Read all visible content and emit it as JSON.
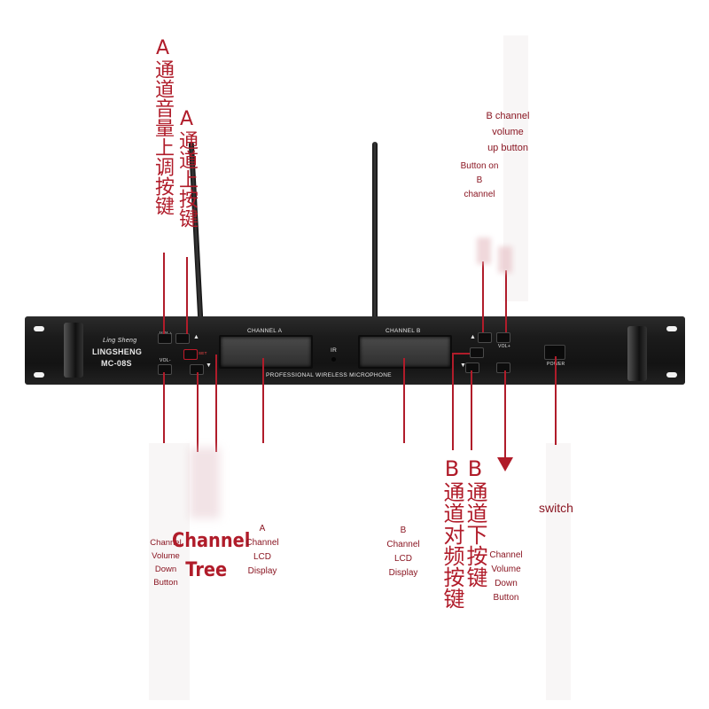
{
  "device": {
    "brand_script": "Ling Sheng",
    "brand": "LINGSHENG",
    "model": "MC-08S",
    "channel_a": "CHANNEL A",
    "channel_b": "CHANNEL B",
    "ir": "IR",
    "tagline": "PROFESSIONAL WIRELESS MICROPHONE",
    "vol_up": "VOL+",
    "vol_down": "VOL-",
    "set": "SET",
    "power": "POWER",
    "up_arrow": "▲",
    "down_arrow": "▼"
  },
  "annotations": {
    "a_vol_up_cn": "A通道音量上调按键",
    "a_up_cn": "A通道上按键",
    "b_vol_up": "B channel volume up button",
    "b_button": "Button on B channel",
    "a_vol_down": "Channel Volume Down Button",
    "channel_tree": "Channel Tree",
    "a_lcd": "A Channel LCD Display",
    "b_lcd": "B Channel LCD Display",
    "b_pair_cn": "B通道对频按键",
    "b_down_cn": "B通道下按键",
    "b_vol_down": "Channel Volume Down Button",
    "switch": "switch"
  },
  "colors": {
    "annotation": "#b01c2a",
    "panel": "#1b1b1b"
  }
}
